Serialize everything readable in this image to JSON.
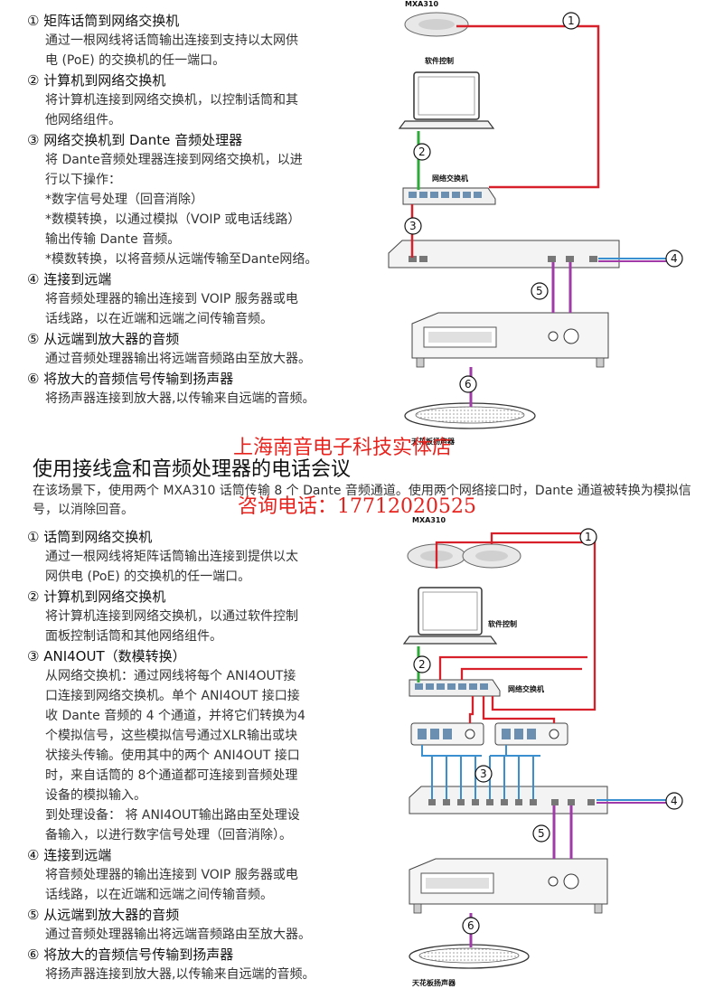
{
  "top_steps": [
    {
      "title": "① 矩阵话筒到网络交换机",
      "desc": "通过一根网线将话筒输出连接到支持以太网供\n电 (PoE) 的交换机的任一端口。"
    },
    {
      "title": "② 计算机到网络交换机",
      "desc": "将计算机连接到网络交换机，以控制话筒和其\n他网络组件。"
    },
    {
      "title": "③ 网络交换机到 Dante 音频处理器",
      "desc": "将 Dante音频处理器连接到网络交换机，以进\n行以下操作：\n*数字信号处理（回音消除）\n*数模转换，以通过模拟（VOIP 或电话线路）\n 输出传输 Dante 音频。\n*模数转换，以将音频从远端传输至Dante网络。"
    },
    {
      "title": "④ 连接到远端",
      "desc": "将音频处理器的输出连接到 VOIP 服务器或电\n话线路，以在近端和远端之间传输音频。"
    },
    {
      "title": "⑤ 从远端到放大器的音频",
      "desc": "通过音频处理器输出将远端音频路由至放大器。"
    },
    {
      "title": "⑥ 将放大的音频信号传输到扬声器",
      "desc": "将扬声器连接到放大器,以传输来自远端的音频。"
    }
  ],
  "section_title": "使用接线盒和音频处理器的电话会议",
  "intro": "在该场景下，使用两个 MXA310 话筒传输 8 个 Dante 音频通道。使用两个网络接口时，Dante 通道被转换为模拟信号，以消除回音。",
  "bottom_steps": [
    {
      "title": "① 话筒到网络交换机",
      "desc": "通过一根网线将矩阵话筒输出连接到提供以太\n网供电 (PoE) 的交换机的任一端口。"
    },
    {
      "title": "② 计算机到网络交换机",
      "desc": "将计算机连接到网络交换机，以通过软件控制\n面板控制话筒和其他网络组件。"
    },
    {
      "title": "③ ANI4OUT（数模转换）",
      "desc": "从网络交换机：通过网线将每个 ANI4OUT接\n口连接到网络交换机。单个 ANI4OUT 接口接\n收 Dante 音频的 4 个通道，并将它们转换为4\n个模拟信号，这些模拟信号通过XLR输出或块\n状接头传输。使用其中的两个 ANI4OUT 接口\n时，来自话筒的 8个通道都可连接到音频处理\n设备的模拟输入。\n到处理设备： 将 ANI4OUT输出路由至处理设\n备输入，以进行数字信号处理（回音消除）。"
    },
    {
      "title": "④ 连接到远端",
      "desc": "将音频处理器的输出连接到 VOIP 服务器或电\n话线路，以在近端和远端之间传输音频。"
    },
    {
      "title": "⑤ 从远端到放大器的音频",
      "desc": "通过音频处理器输出将远端音频路由至放大器。"
    },
    {
      "title": "⑥ 将放大的音频信号传输到扬声器",
      "desc": "将扬声器连接到放大器,以传输来自远端的音频。"
    }
  ],
  "watermark": {
    "line1": "上海南音电子科技实体店",
    "line2": "咨询电话：17712020525"
  },
  "diagram_top": {
    "mic": "MXA310",
    "computer": "软件控制",
    "switch": "网络交换机",
    "speaker": "天花板扬声器",
    "n1": "1",
    "n2": "2",
    "n3": "3",
    "n4": "4",
    "n5": "5",
    "n6": "6"
  },
  "diagram_bottom": {
    "mic": "MXA310",
    "computer": "软件控制",
    "switch": "网络交换机",
    "speaker": "天花板扬声器",
    "n1": "1",
    "n2": "2",
    "n3": "3",
    "n4": "4",
    "n5": "5",
    "n6": "6"
  },
  "colors": {
    "red": "#d8202a",
    "green": "#2eaa3a",
    "magenta": "#a03aa8",
    "blue": "#3a8fd0",
    "watermark": "#e8231e"
  }
}
